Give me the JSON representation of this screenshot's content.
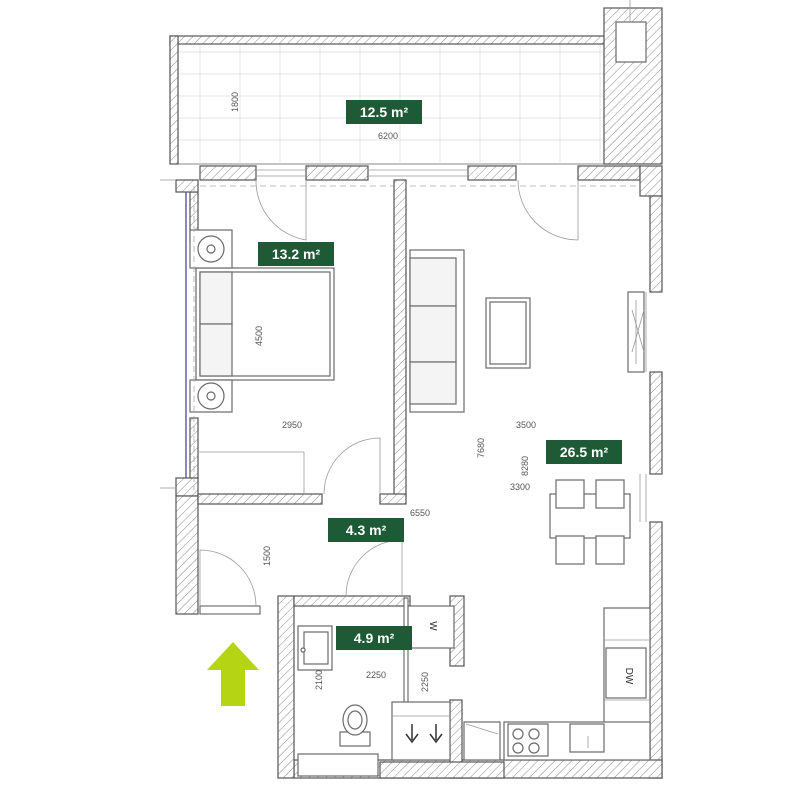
{
  "rooms": {
    "balcony": {
      "area": "12.5 m²"
    },
    "bedroom": {
      "area": "13.2 m²"
    },
    "living": {
      "area": "26.5 m²"
    },
    "hall": {
      "area": "4.3 m²"
    },
    "bathroom": {
      "area": "4.9 m²"
    }
  },
  "dimensions": {
    "balcony_depth": "1800",
    "balcony_width": "6200",
    "bedroom_length": "4500",
    "bedroom_width": "2950",
    "living_width": "3500",
    "living_length_a": "7680",
    "living_length_b": "8280",
    "living_kitchen_width": "3300",
    "total_width": "6550",
    "hall_depth": "1500",
    "bath_width": "2250",
    "bath_height_left": "2100",
    "bath_height_right": "2250"
  },
  "appliances": {
    "washer": "W",
    "dishwasher": "DW"
  },
  "colors": {
    "label_bg": "#1e5a35",
    "entrance_arrow": "#b5d414",
    "walls": "#555555"
  },
  "icons": {
    "entrance": "entrance-arrow-icon"
  }
}
